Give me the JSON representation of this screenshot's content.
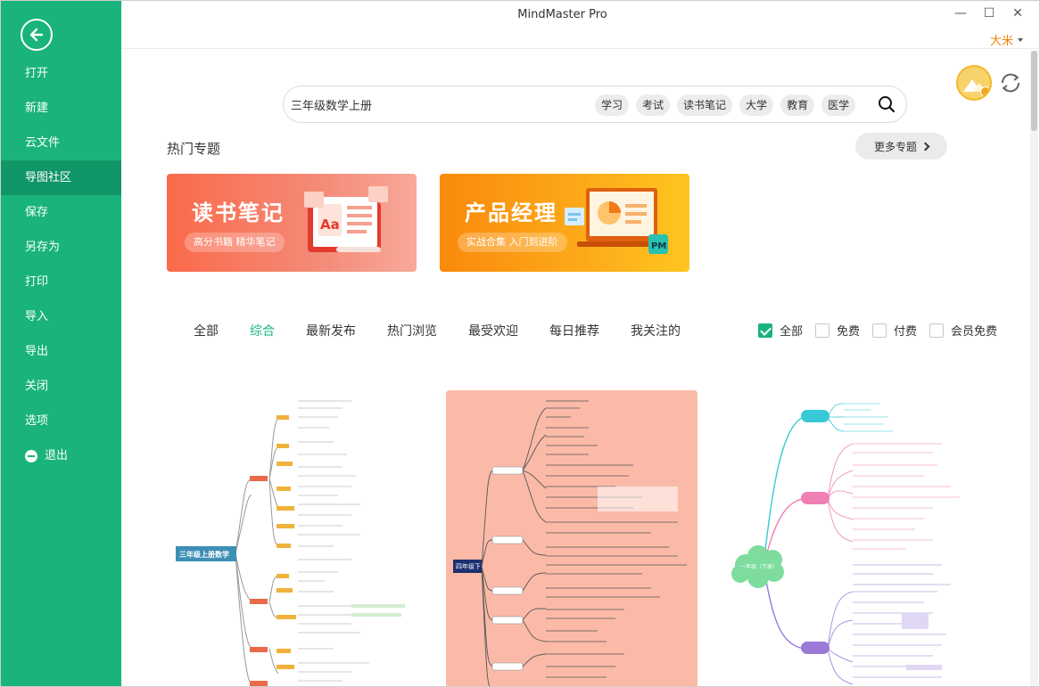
{
  "window": {
    "title": "MindMaster Pro",
    "minimize": "—",
    "maximize": "☐",
    "close": "✕",
    "user": "大米"
  },
  "sidebar": {
    "items": [
      {
        "label": "打开"
      },
      {
        "label": "新建"
      },
      {
        "label": "云文件"
      },
      {
        "label": "导图社区"
      },
      {
        "label": "保存"
      },
      {
        "label": "另存为"
      },
      {
        "label": "打印"
      },
      {
        "label": "导入"
      },
      {
        "label": "导出"
      },
      {
        "label": "关闭"
      },
      {
        "label": "选项"
      },
      {
        "label": "退出"
      }
    ],
    "active_index": 3
  },
  "search": {
    "value": "三年级数学上册",
    "tags": [
      "学习",
      "考试",
      "读书笔记",
      "大学",
      "教育",
      "医学"
    ]
  },
  "hot_topics": {
    "title": "热门专题",
    "more_label": "更多专题",
    "banners": [
      {
        "title": "读书笔记",
        "subtitle": "高分书籍 精华笔记",
        "art_text": "Aa"
      },
      {
        "title": "产品经理",
        "subtitle": "实战合集 入门到进阶",
        "art_text": "PM"
      }
    ]
  },
  "tabs": {
    "items": [
      "全部",
      "综合",
      "最新发布",
      "热门浏览",
      "最受欢迎",
      "每日推荐",
      "我关注的"
    ],
    "active_index": 1
  },
  "filters": [
    {
      "label": "全部",
      "checked": true
    },
    {
      "label": "免费",
      "checked": false
    },
    {
      "label": "付费",
      "checked": false
    },
    {
      "label": "会员免费",
      "checked": false
    }
  ],
  "cards": [
    {
      "root_label": "三年级上册数学",
      "root_color": "#3d8fb5",
      "branch_color": "#e86a4a",
      "background": "#ffffff"
    },
    {
      "root_label": "四年级下",
      "root_color": "#1d2f6f",
      "branch_color": "#ffffff",
      "background": "#fbbaa8"
    },
    {
      "root_label": "一年级（下册）",
      "root_color": "#7ddc9e",
      "branch_color": "#37c9d6",
      "background": "#ffffff"
    }
  ],
  "colors": {
    "accent": "#19b37b",
    "accent_dark": "#109667",
    "user": "#f08300"
  }
}
